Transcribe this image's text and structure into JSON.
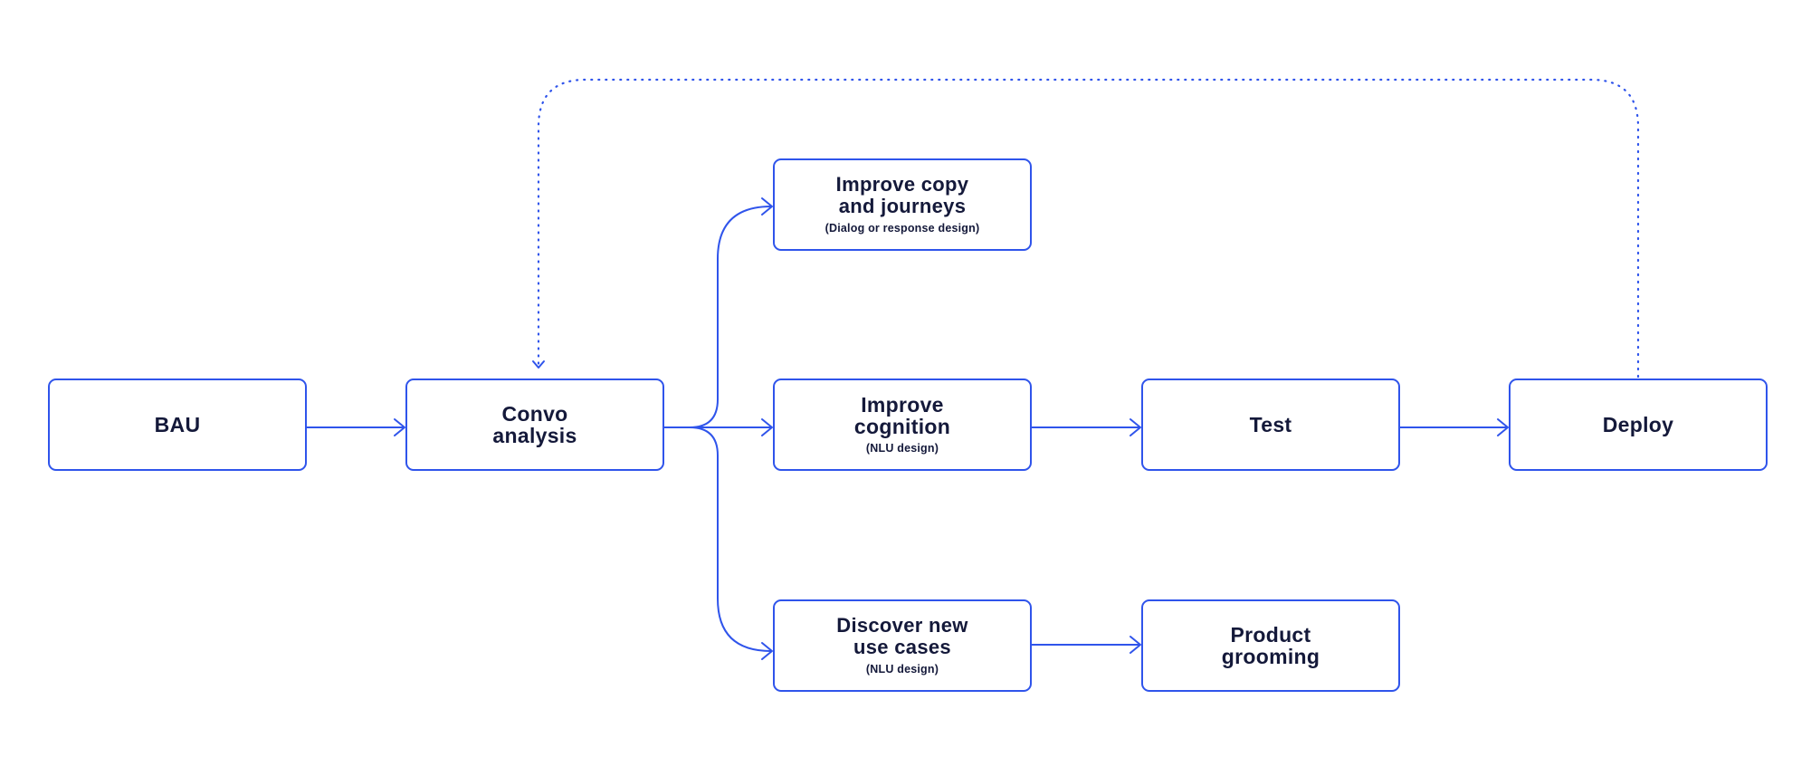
{
  "colors": {
    "stroke": "#2f54eb",
    "text": "#14193a",
    "background": "#ffffff"
  },
  "nodes": {
    "bau": {
      "title": "BAU",
      "subtitle": ""
    },
    "convo": {
      "title": "Convo\nanalysis",
      "subtitle": ""
    },
    "copy": {
      "title": "Improve copy\nand journeys",
      "subtitle": "(Dialog or response design)"
    },
    "cognition": {
      "title": "Improve\ncognition",
      "subtitle": "(NLU design)"
    },
    "discover": {
      "title": "Discover new\nuse cases",
      "subtitle": "(NLU design)"
    },
    "test": {
      "title": "Test",
      "subtitle": ""
    },
    "grooming": {
      "title": "Product\ngrooming",
      "subtitle": ""
    },
    "deploy": {
      "title": "Deploy",
      "subtitle": ""
    }
  },
  "edges": [
    {
      "from": "bau",
      "to": "convo",
      "style": "solid"
    },
    {
      "from": "convo",
      "to": "copy",
      "style": "solid"
    },
    {
      "from": "convo",
      "to": "cognition",
      "style": "solid"
    },
    {
      "from": "convo",
      "to": "discover",
      "style": "solid"
    },
    {
      "from": "cognition",
      "to": "test",
      "style": "solid"
    },
    {
      "from": "test",
      "to": "deploy",
      "style": "solid"
    },
    {
      "from": "discover",
      "to": "grooming",
      "style": "solid"
    },
    {
      "from": "deploy",
      "to": "convo",
      "style": "dotted"
    }
  ]
}
